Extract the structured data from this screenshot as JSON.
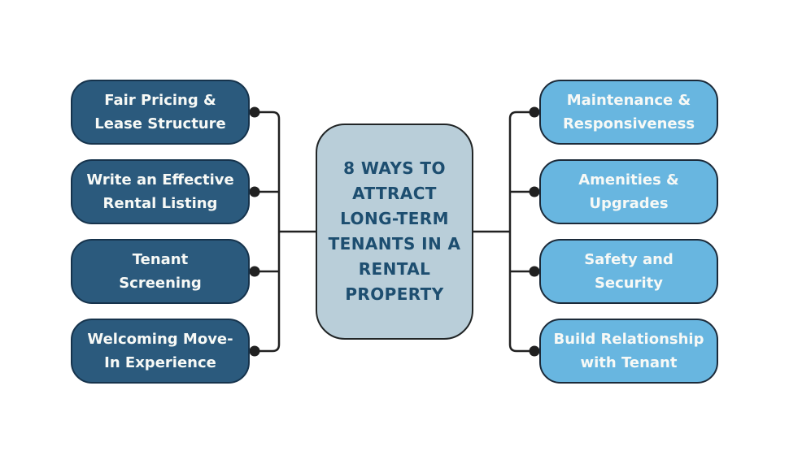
{
  "center_node": {
    "title": "8 WAYS TO\nATTRACT\nLONG-TERM\nTENANTS IN A\nRENTAL\nPROPERTY"
  },
  "left_nodes": [
    {
      "label": "Fair Pricing &\nLease Structure"
    },
    {
      "label": "Write an Effective\nRental Listing"
    },
    {
      "label": "Tenant\nScreening"
    },
    {
      "label": "Welcoming Move-\nIn Experience"
    }
  ],
  "right_nodes": [
    {
      "label": "Maintenance &\nResponsiveness"
    },
    {
      "label": "Amenities &\nUpgrades"
    },
    {
      "label": "Safety and\nSecurity"
    },
    {
      "label": "Build Relationship\nwith Tenant"
    }
  ],
  "colors": {
    "background": "#ffffff",
    "left_node_fill": "#2b5a7d",
    "left_node_border": "#16334c",
    "right_node_fill": "#68b6e0",
    "right_node_border": "#1c2a39",
    "center_fill": "#b9ced9",
    "center_border": "#212526",
    "center_text": "#1d4e70",
    "node_text": "#f7f9f6",
    "connector": "#212121"
  }
}
